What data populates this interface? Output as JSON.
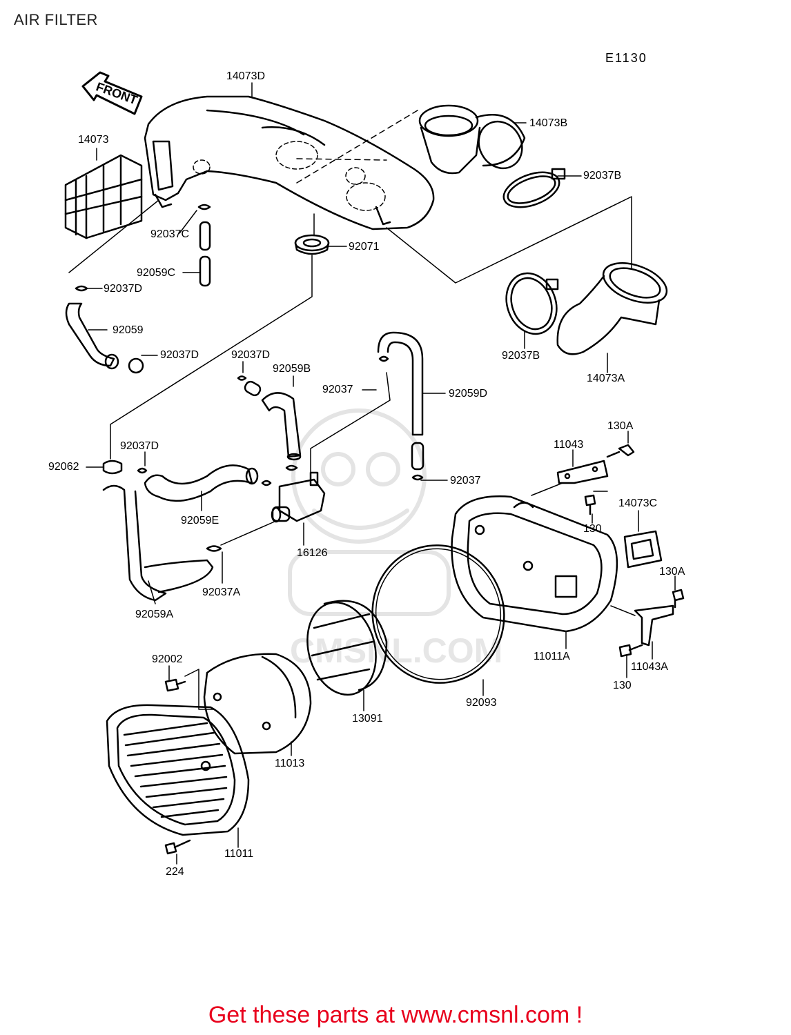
{
  "title": "AIR FILTER",
  "diagram_code": "E1130",
  "footer": "Get these parts at www.cmsnl.com !",
  "front_arrow_label": "FRONT",
  "watermark": "CMSNL.COM",
  "colors": {
    "footer": "#e8001c",
    "line": "#000000",
    "watermark": "#e6e6e6"
  },
  "labels": {
    "p14073D": "14073D",
    "p14073": "14073",
    "p14073B": "14073B",
    "p92037B_top": "92037B",
    "p92037C": "92037C",
    "p92071": "92071",
    "p92059C": "92059C",
    "p92037D_a": "92037D",
    "p92059": "92059",
    "p92037D_b": "92037D",
    "p92037D_c": "92037D",
    "p92059B": "92059B",
    "p92037_a": "92037",
    "p92059D": "92059D",
    "p92037B_bot": "92037B",
    "p14073A": "14073A",
    "p130A_top": "130A",
    "p11043": "11043",
    "p92037D_d": "92037D",
    "p92062": "92062",
    "p92037_b": "92037",
    "p14073C": "14073C",
    "p130_a": "130",
    "p92059E": "92059E",
    "p16126": "16126",
    "p130A_bot": "130A",
    "p92037A": "92037A",
    "p92059A": "92059A",
    "p11011A": "11011A",
    "p92002": "92002",
    "p11043A": "11043A",
    "p130_b": "130",
    "p92093": "92093",
    "p13091": "13091",
    "p11013": "11013",
    "p11011": "11011",
    "p224": "224"
  }
}
